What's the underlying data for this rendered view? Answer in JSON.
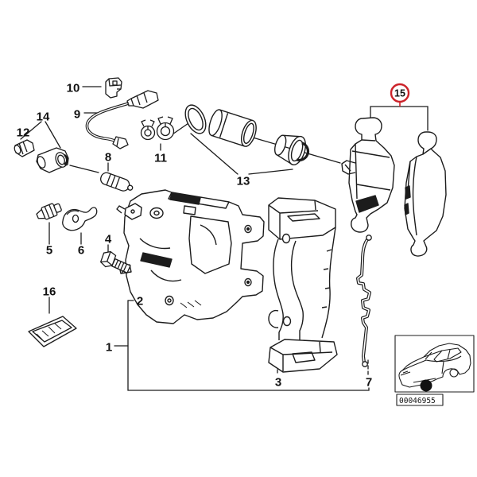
{
  "diagram": {
    "line_color": "#1c1c1c",
    "highlight_color": "#cc2229",
    "highlighted_callout": "15",
    "callouts": [
      {
        "label": "1"
      },
      {
        "label": "2"
      },
      {
        "label": "3"
      },
      {
        "label": "4"
      },
      {
        "label": "5"
      },
      {
        "label": "6"
      },
      {
        "label": "7"
      },
      {
        "label": "8"
      },
      {
        "label": "9"
      },
      {
        "label": "10"
      },
      {
        "label": "11"
      },
      {
        "label": "12"
      },
      {
        "label": "13"
      },
      {
        "label": "14"
      },
      {
        "label": "15"
      },
      {
        "label": "16"
      }
    ],
    "inset": {
      "image_number": "00046955"
    }
  }
}
